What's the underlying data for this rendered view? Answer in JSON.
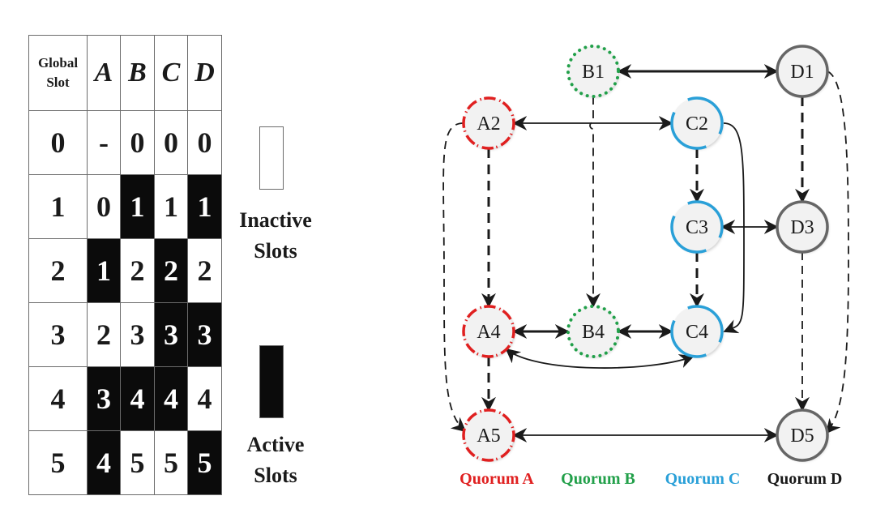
{
  "table": {
    "header": {
      "global_slot_line1": "Global",
      "global_slot_line2": "Slot",
      "columns": [
        "A",
        "B",
        "C",
        "D"
      ]
    },
    "rows": [
      {
        "global": "0",
        "cells": [
          {
            "v": "-",
            "active": false
          },
          {
            "v": "0",
            "active": false
          },
          {
            "v": "0",
            "active": false
          },
          {
            "v": "0",
            "active": false
          }
        ]
      },
      {
        "global": "1",
        "cells": [
          {
            "v": "0",
            "active": false
          },
          {
            "v": "1",
            "active": true
          },
          {
            "v": "1",
            "active": false
          },
          {
            "v": "1",
            "active": true
          }
        ]
      },
      {
        "global": "2",
        "cells": [
          {
            "v": "1",
            "active": true
          },
          {
            "v": "2",
            "active": false
          },
          {
            "v": "2",
            "active": true
          },
          {
            "v": "2",
            "active": false
          }
        ]
      },
      {
        "global": "3",
        "cells": [
          {
            "v": "2",
            "active": false
          },
          {
            "v": "3",
            "active": false
          },
          {
            "v": "3",
            "active": true
          },
          {
            "v": "3",
            "active": true
          }
        ]
      },
      {
        "global": "4",
        "cells": [
          {
            "v": "3",
            "active": true
          },
          {
            "v": "4",
            "active": true
          },
          {
            "v": "4",
            "active": true
          },
          {
            "v": "4",
            "active": false
          }
        ]
      },
      {
        "global": "5",
        "cells": [
          {
            "v": "4",
            "active": true
          },
          {
            "v": "5",
            "active": false
          },
          {
            "v": "5",
            "active": false
          },
          {
            "v": "5",
            "active": true
          }
        ]
      }
    ]
  },
  "legend": {
    "inactive_line1": "Inactive",
    "inactive_line2": "Slots",
    "active_line1": "Active",
    "active_line2": "Slots"
  },
  "colors": {
    "quorum_a": "#e02020",
    "quorum_b": "#22a04a",
    "quorum_c": "#2aa0d8",
    "quorum_d": "#666666",
    "quorum_d_label": "#1a1a1a",
    "edge": "#1a1a1a",
    "node_fill": "#f2f2f2"
  },
  "nodes": [
    {
      "id": "B1",
      "quorum": "b"
    },
    {
      "id": "D1",
      "quorum": "d"
    },
    {
      "id": "A2",
      "quorum": "a"
    },
    {
      "id": "C2",
      "quorum": "c"
    },
    {
      "id": "C3",
      "quorum": "c"
    },
    {
      "id": "D3",
      "quorum": "d"
    },
    {
      "id": "A4",
      "quorum": "a"
    },
    {
      "id": "B4",
      "quorum": "b"
    },
    {
      "id": "C4",
      "quorum": "c"
    },
    {
      "id": "A5",
      "quorum": "a"
    },
    {
      "id": "D5",
      "quorum": "d"
    }
  ],
  "edges": [
    {
      "from": "B1",
      "to": "D1",
      "style": "solid-bold",
      "bidirectional": true
    },
    {
      "from": "A2",
      "to": "C2",
      "style": "solid",
      "bidirectional": true
    },
    {
      "from": "B1",
      "to": "B4",
      "style": "dashed",
      "bidirectional": false
    },
    {
      "from": "A2",
      "to": "A4",
      "style": "dashed-bold",
      "bidirectional": false
    },
    {
      "from": "C2",
      "to": "C3",
      "style": "dashed-bold",
      "bidirectional": false
    },
    {
      "from": "D1",
      "to": "D3",
      "style": "dashed-bold",
      "bidirectional": false
    },
    {
      "from": "C3",
      "to": "D3",
      "style": "solid",
      "bidirectional": true
    },
    {
      "from": "C3",
      "to": "C4",
      "style": "dashed-bold",
      "bidirectional": false
    },
    {
      "from": "C2",
      "to": "C4",
      "style": "curve",
      "bidirectional": false
    },
    {
      "from": "A4",
      "to": "B4",
      "style": "solid-bold",
      "bidirectional": true
    },
    {
      "from": "B4",
      "to": "C4",
      "style": "solid-bold",
      "bidirectional": true
    },
    {
      "from": "A4",
      "to": "C4",
      "style": "curve",
      "bidirectional": true
    },
    {
      "from": "A4",
      "to": "A5",
      "style": "dashed-bold",
      "bidirectional": false
    },
    {
      "from": "A2",
      "to": "A5",
      "style": "dashed-curve",
      "bidirectional": false
    },
    {
      "from": "D3",
      "to": "D5",
      "style": "dashed",
      "bidirectional": false
    },
    {
      "from": "D1",
      "to": "D5",
      "style": "dashed-curve",
      "bidirectional": false
    },
    {
      "from": "A5",
      "to": "D5",
      "style": "solid",
      "bidirectional": true
    }
  ],
  "quorum_labels": {
    "a": "Quorum A",
    "b": "Quorum B",
    "c": "Quorum C",
    "d": "Quorum D"
  }
}
